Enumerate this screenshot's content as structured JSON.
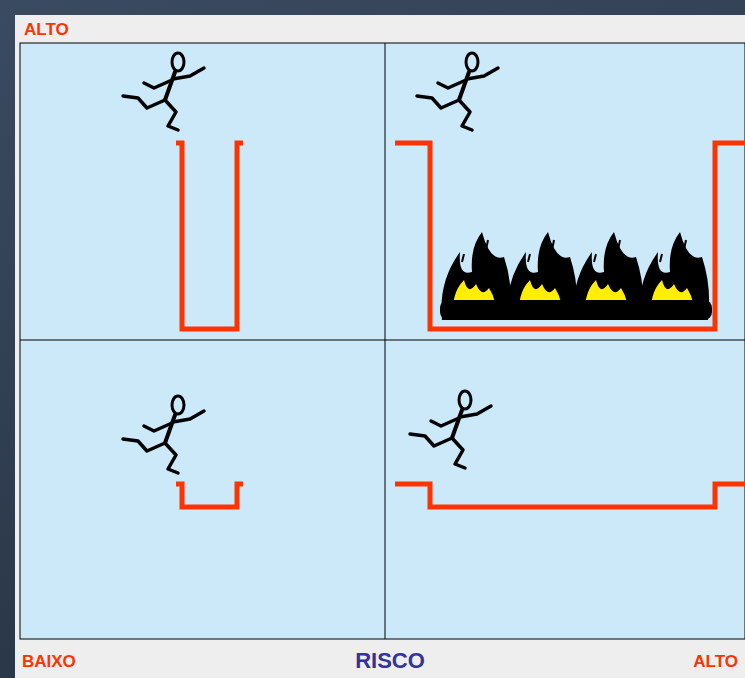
{
  "diagram": {
    "labels": [
      "ALTO",
      "BAIXO",
      "RISCO",
      "ALTO"
    ]
  }
}
